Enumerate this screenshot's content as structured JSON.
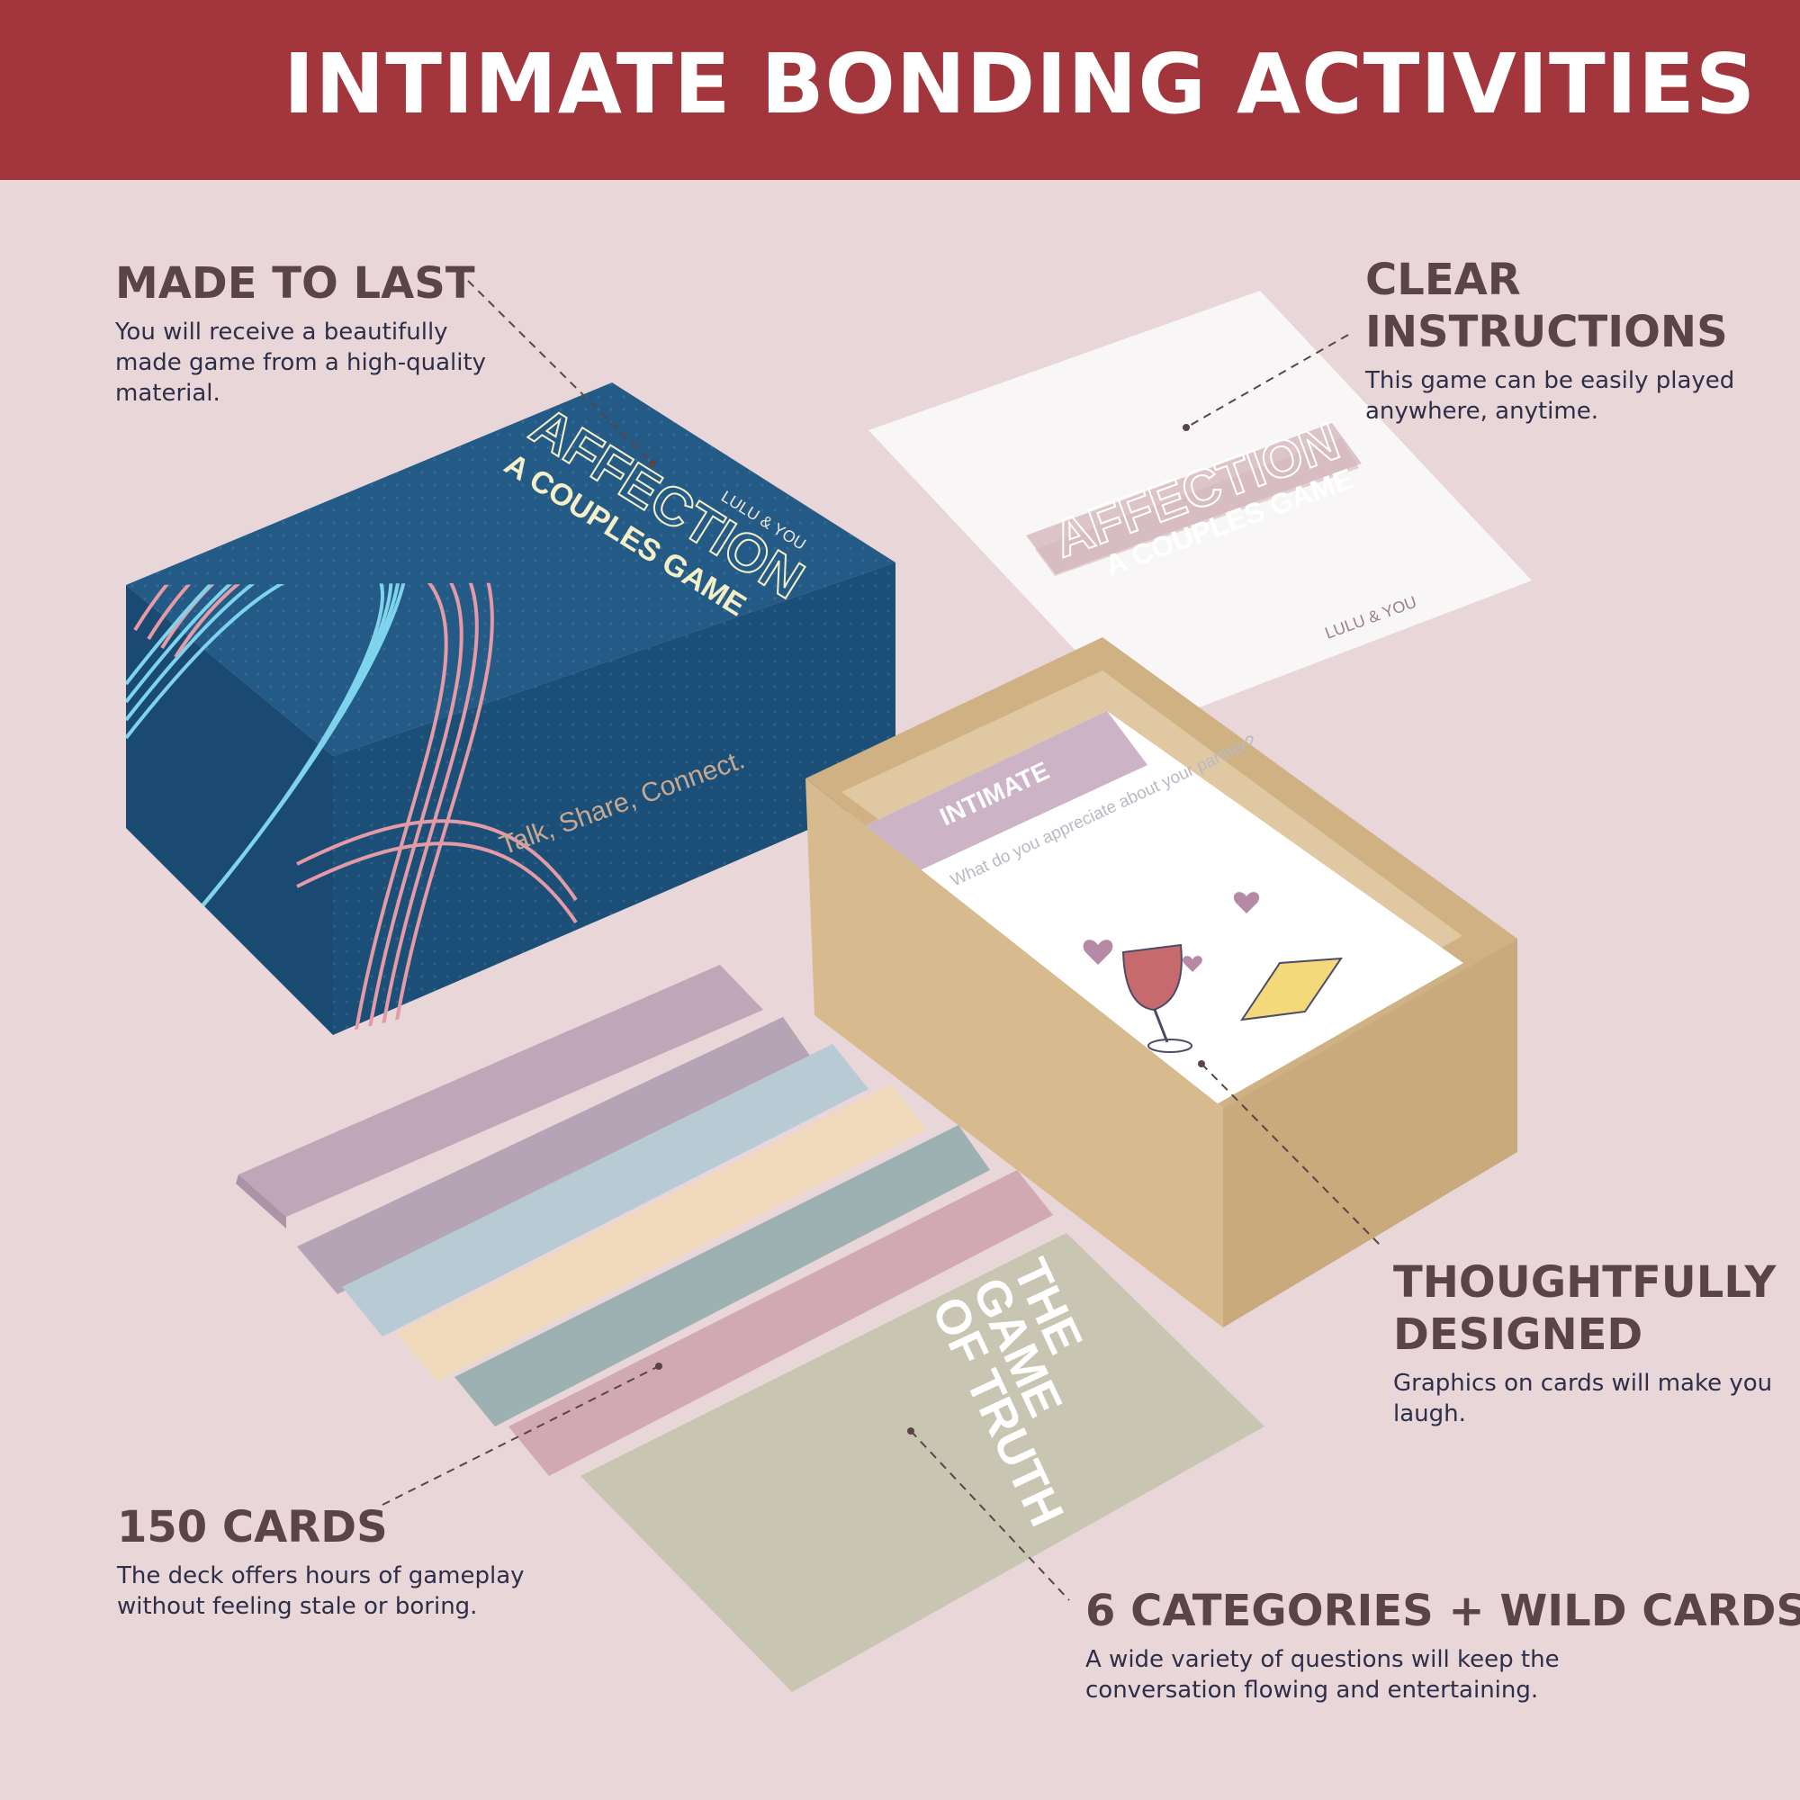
{
  "banner": {
    "title": "INTIMATE BONDING ACTIVITIES"
  },
  "features": [
    {
      "title": "MADE TO LAST",
      "description": "You will receive a beautifully made game from a high-quality material."
    },
    {
      "title": "CLEAR INSTRUCTIONS",
      "description": "This game can be easily played anywhere, anytime."
    },
    {
      "title": "THOUGHTFULLY DESIGNED",
      "description": "Graphics on cards will make you laugh."
    },
    {
      "title": "150 CARDS",
      "description": "The deck offers hours of gameplay without feeling stale or boring."
    },
    {
      "title": "6 CATEGORIES + WILD CARDS",
      "description": "A wide variety of questions will keep the conversation flowing and entertaining."
    }
  ],
  "product": {
    "brand": "LULU & YOU",
    "name": "AFFECTION",
    "subtitle": "A COUPLES GAME",
    "tagline": "Talk, Share, Connect."
  },
  "sample_card": {
    "category": "INTIMATE",
    "question": "What do you appreciate about your partner?"
  },
  "deck_top_card": {
    "title_lines": [
      "THE",
      "GAME",
      "OF TRUTH"
    ]
  },
  "colors": {
    "banner": "#a3353d",
    "background": "#e8d6d8",
    "box_blue": "#1c4f78",
    "insert_box": "#dcc09a",
    "heading_text": "#5a4447"
  }
}
